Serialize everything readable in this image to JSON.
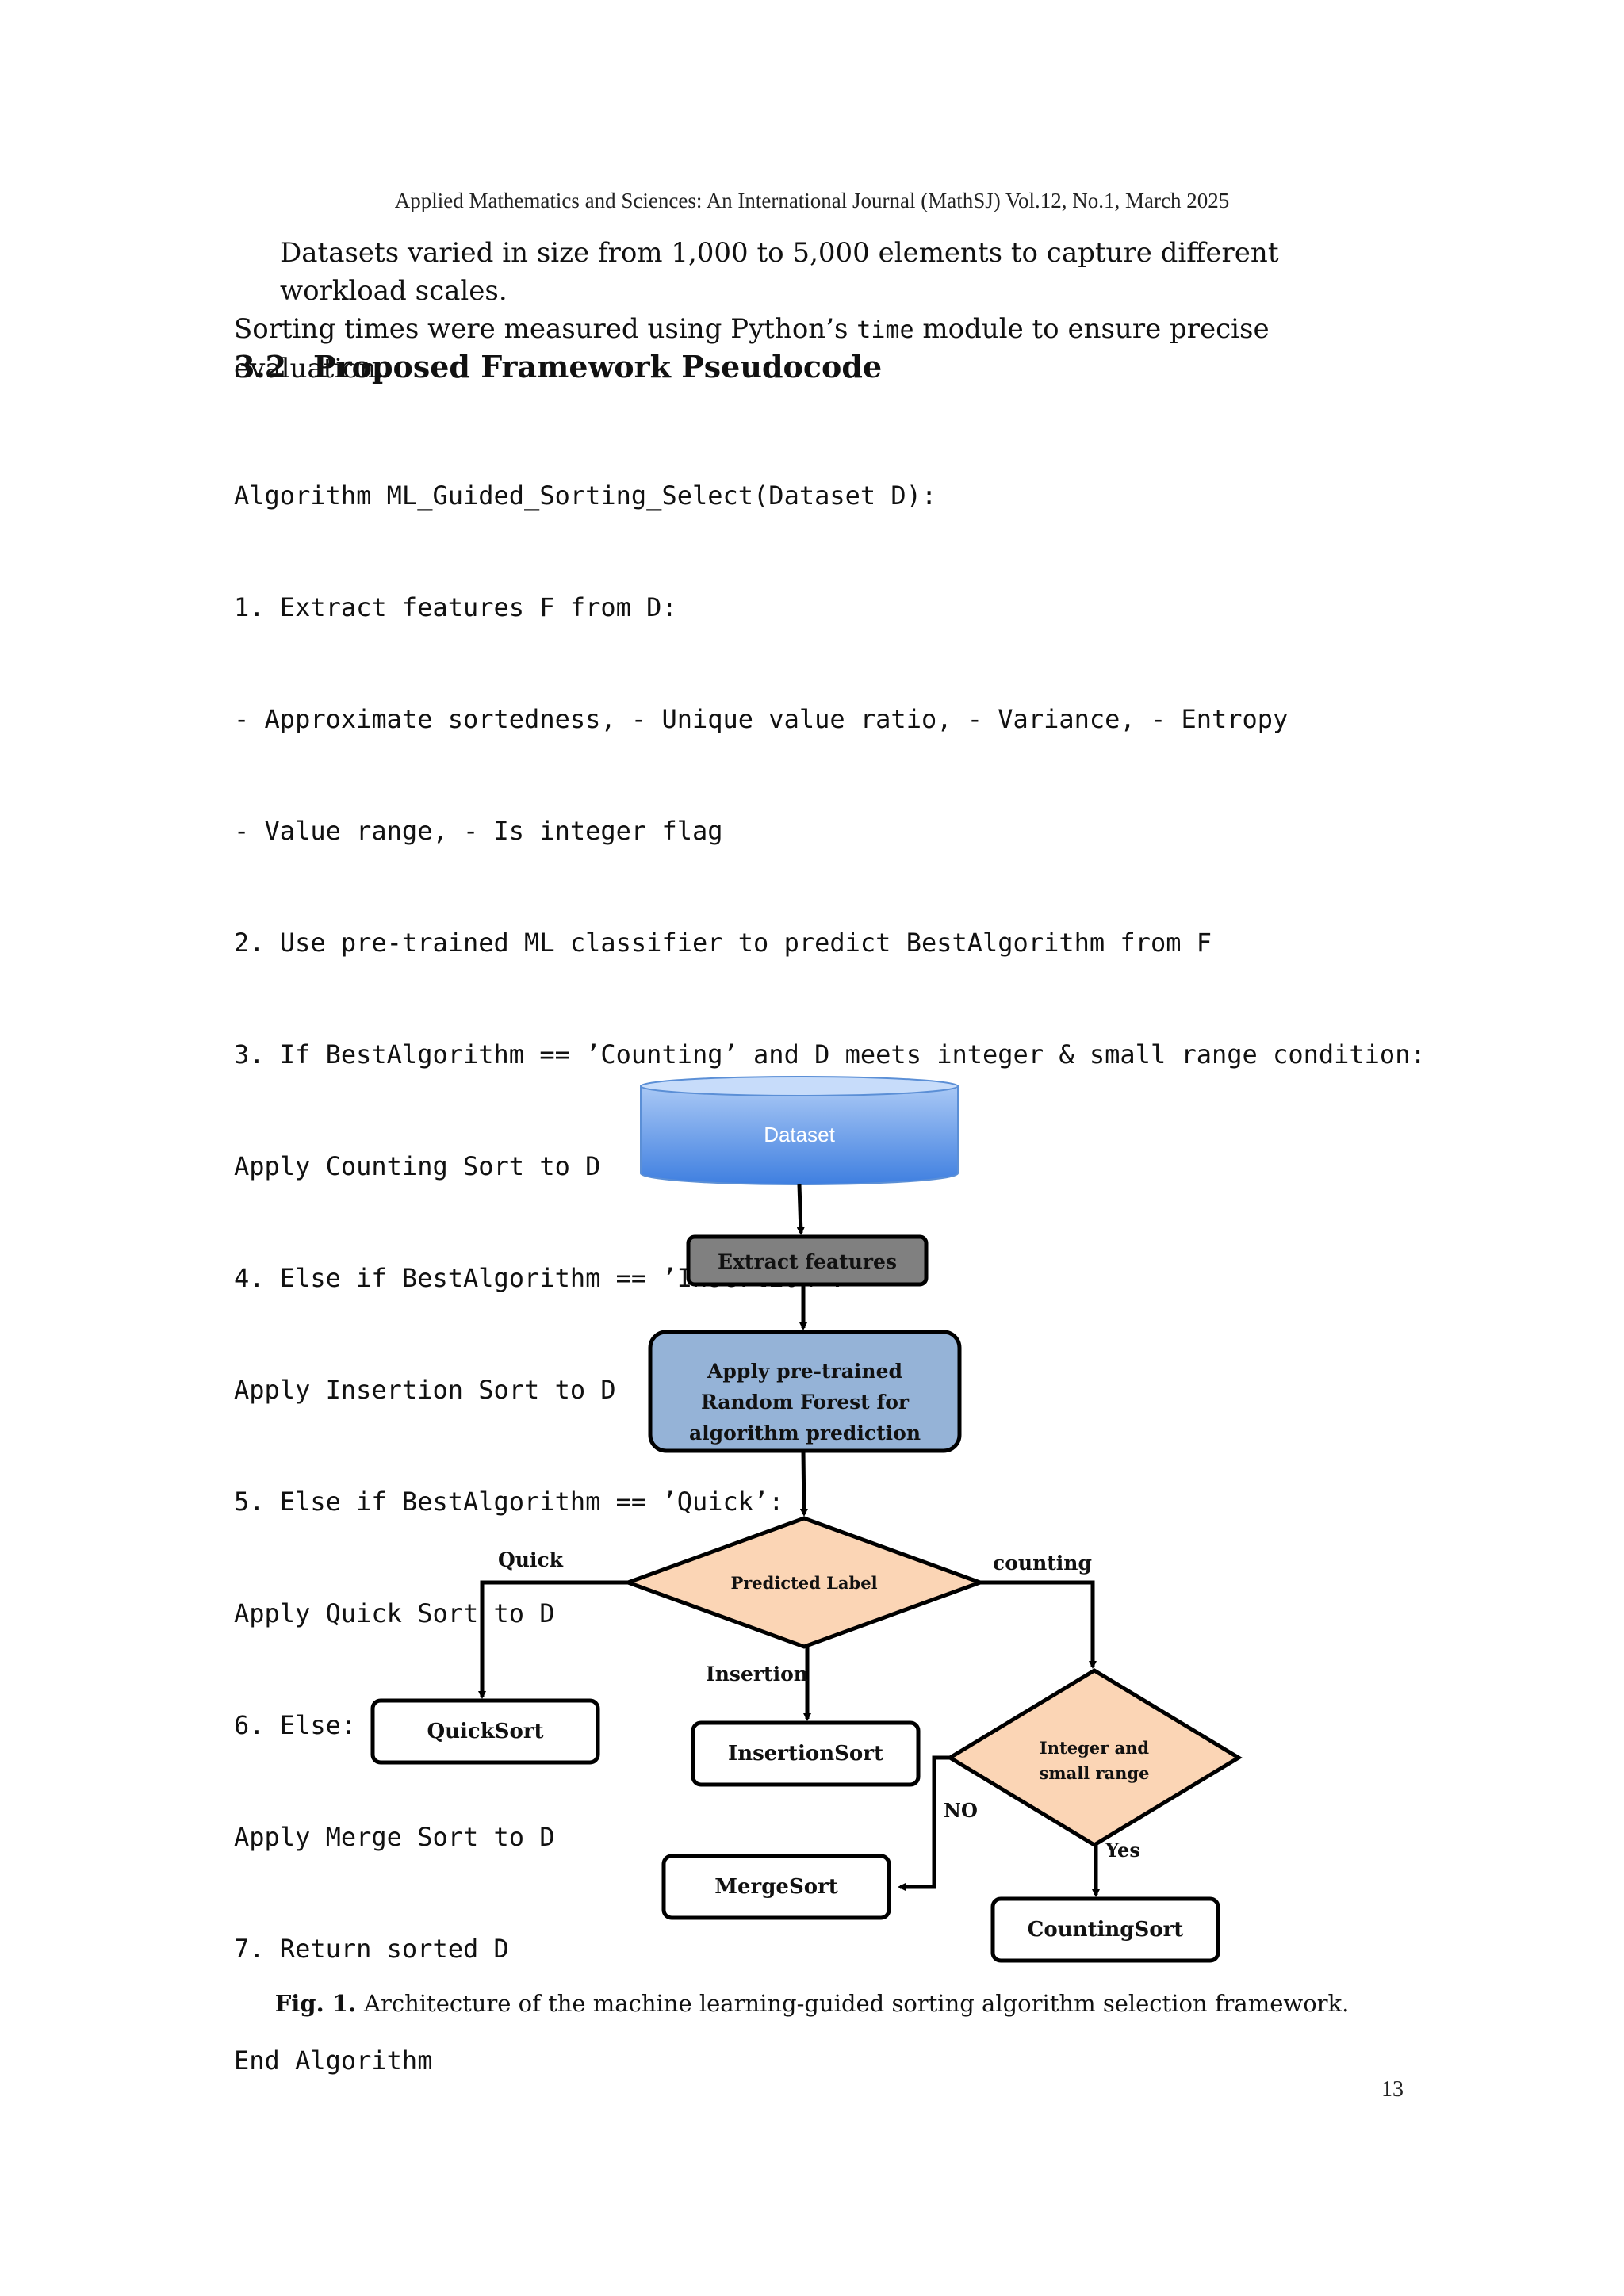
{
  "running_header": "Applied Mathematics and Sciences: An International Journal (MathSJ) Vol.12, No.1, March 2025",
  "paragraph": {
    "line1": "Datasets varied in size from 1,000 to 5,000 elements to capture different workload scales.",
    "line2_before": "Sorting times were measured using Python’s ",
    "line2_code": "time",
    "line2_after": " module to ensure precise evaluation."
  },
  "section": {
    "number": "3.2",
    "title": "Proposed Framework Pseudocode"
  },
  "pseudocode": [
    "Algorithm ML_Guided_Sorting_Select(Dataset D):",
    "1. Extract features F from D:",
    "- Approximate sortedness, - Unique value ratio, - Variance, - Entropy",
    "- Value range, - Is integer flag",
    "2. Use pre-trained ML classifier to predict BestAlgorithm from F",
    "3. If BestAlgorithm == ’Counting’ and D meets integer & small range condition:",
    "Apply Counting Sort to D",
    "4. Else if BestAlgorithm == ’Insertion’:",
    "Apply Insertion Sort to D",
    "5. Else if BestAlgorithm == ’Quick’:",
    "Apply Quick Sort to D",
    "6. Else:",
    "Apply Merge Sort to D",
    "7. Return sorted D",
    "End Algorithm"
  ],
  "flowchart": {
    "dataset": "Dataset",
    "extract": "Extract features",
    "apply_lines": [
      "Apply pre-trained",
      "Random Forest for",
      "algorithm prediction"
    ],
    "predicted_label": "Predicted Label",
    "label_quick": "Quick",
    "label_counting": "counting",
    "label_insertion": "Insertion",
    "quicksort": "QuickSort",
    "insertionsort": "InsertionSort",
    "integer_lines": [
      "Integer and",
      "small range"
    ],
    "label_no": "NO",
    "label_yes": "Yes",
    "mergesort": "MergeSort",
    "countingsort": "CountingSort",
    "colors": {
      "dataset_top": "#a9c8f5",
      "dataset_bottom": "#3f7fe0",
      "extract_fill": "#808080",
      "apply_fill": "#95b3d7",
      "diamond_fill": "#fbd5b5",
      "stroke": "#000000"
    }
  },
  "caption": {
    "label": "Fig. 1.",
    "text": "Architecture of the machine learning-guided sorting algorithm selection framework."
  },
  "page_number": "13"
}
